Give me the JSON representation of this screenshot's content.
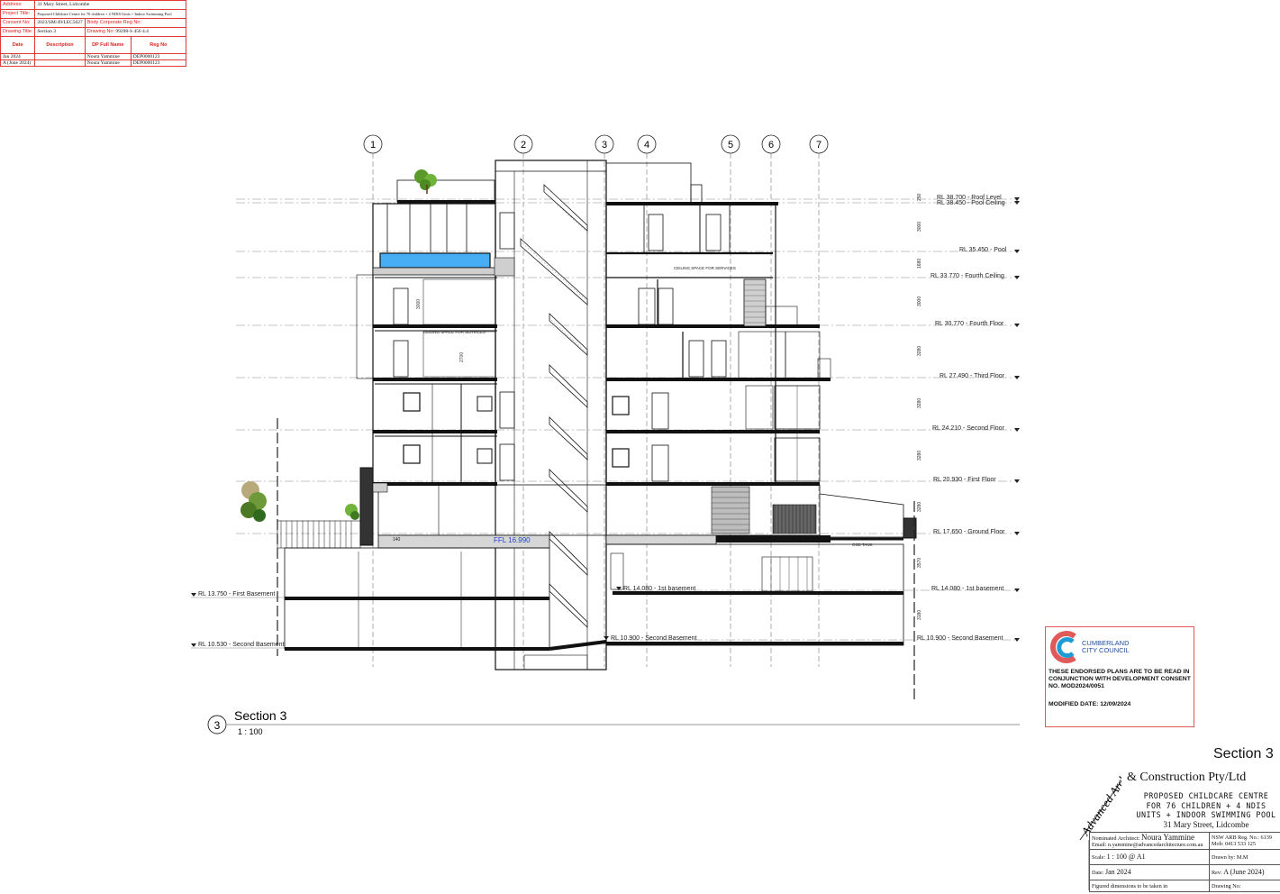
{
  "info_block": {
    "address_label": "Address:",
    "address": "31 Mary Street, Lidcombe",
    "project_title_label": "Project Title:",
    "project_title": "Proposed Childcare Centre for 76 children + 4 NDIS Units + Indoor Swimming Pool",
    "consent_no_label": "Consent No:",
    "consent_no": "2023/SM/49/LEC5627",
    "body_corp_label": "Body Corporate Reg No:",
    "drawing_title_label": "Drawing Title:",
    "drawing_title": "Section 3",
    "drawing_no_label": "Drawing No:",
    "drawing_no": "99298-S 456 4.4",
    "headers": [
      "Date",
      "Description",
      "DP Full Name",
      "Reg No"
    ],
    "rows": [
      {
        "date": "Jan 2024",
        "description": "",
        "name": "Noura Yammine",
        "reg": "DEP0000123"
      },
      {
        "date": "A (June 2024)",
        "description": "",
        "name": "Noura Yammine",
        "reg": "DEP0000123"
      }
    ]
  },
  "gridlines": [
    "1",
    "2",
    "3",
    "4",
    "5",
    "6",
    "7"
  ],
  "levels": [
    {
      "name": "RL 38.700 - Roof Level",
      "rl": 38.7,
      "dim": "250"
    },
    {
      "name": "RL 38.450 - Pool Ceiling",
      "rl": 38.45,
      "dim": "3000"
    },
    {
      "name": "RL 35.450 - Pool",
      "rl": 35.45,
      "dim": "1680"
    },
    {
      "name": "RL 33.770 - Fourth Ceiling",
      "rl": 33.77,
      "dim": "3000"
    },
    {
      "name": "RL 30.770 - Fourth Floor",
      "rl": 30.77,
      "dim": "3280"
    },
    {
      "name": "RL 27.490 - Third Floor",
      "rl": 27.49,
      "dim": "3280"
    },
    {
      "name": "RL 24.210 - Second Floor",
      "rl": 24.21,
      "dim": "3280"
    },
    {
      "name": "RL 20.930 - First Floor",
      "rl": 20.93,
      "dim": "3280"
    },
    {
      "name": "RL 17.650 - Ground Floor",
      "rl": 17.65,
      "dim": "3570"
    },
    {
      "name": "RL 14.080 - 1st basement",
      "rl": 14.08,
      "dim": "3180"
    },
    {
      "name": "RL 10.900 - Second Basement",
      "rl": 10.9,
      "dim": ""
    }
  ],
  "left_levels": [
    {
      "name": "RL 13.750 - First Basement"
    },
    {
      "name": "RL 10.530 - Second Basement"
    }
  ],
  "inner_levels": [
    {
      "name": "RL 14.080 - 1st basement"
    },
    {
      "name": "RL 10.900 - Second Basement"
    }
  ],
  "annotations": {
    "ceiling_space_upper": "CEILING SPACE FOR SERVICES",
    "ceiling_space_lower": "CEILING SPACE FOR SERVICES",
    "ffl": "FFL 16.990",
    "osd_tank": "OSD TANK",
    "dim_140": "140",
    "dim_3000": "3000",
    "dim_2700": "2700"
  },
  "section_label": {
    "number": "3",
    "title": "Section 3",
    "scale": "1 : 100"
  },
  "council_stamp": {
    "council_line1": "CUMBERLAND",
    "council_line2": "CITY COUNCIL",
    "note": "THESE ENDORSED PLANS ARE TO BE READ IN CONJUNCTION WITH DEVELOPMENT CONSENT NO. MOD2024/0051",
    "modified_date": "MODIFIED DATE: 12/09/2024",
    "brand_color": "#1f9bd6",
    "accent_color": "#e05a5a"
  },
  "title_block": {
    "sheet_title": "Section 3",
    "brand": "Advanced Architecture",
    "company": "& Construction Pty/Ltd",
    "project": "PROPOSED CHILDCARE CENTRE FOR 76 CHILDREN + 4 NDIS UNITS + INDOOR SWIMMING POOL",
    "address": "31 Mary Street, Lidcombe",
    "architect_label": "Nominated Architect:",
    "architect_name": "Noura Yammine",
    "email_label": "Email:",
    "email": "n.yammine@advancedarchitecture.com.au",
    "arb_reg": "NSW ARB Reg. No.: 6139",
    "mobile": "Mob: 0413 533 125",
    "scale_label": "Scale:",
    "scale": "1 : 100 @ A1",
    "drawn_by_label": "Drawn by:",
    "drawn_by": "M.M",
    "date_label": "Date:",
    "date": "Jan 2024",
    "rev_label": "Rev:",
    "rev": "A (June 2024)",
    "figured_dims": "Figured dimensions to be taken in",
    "drawing_no_label": "Drawing No:"
  }
}
